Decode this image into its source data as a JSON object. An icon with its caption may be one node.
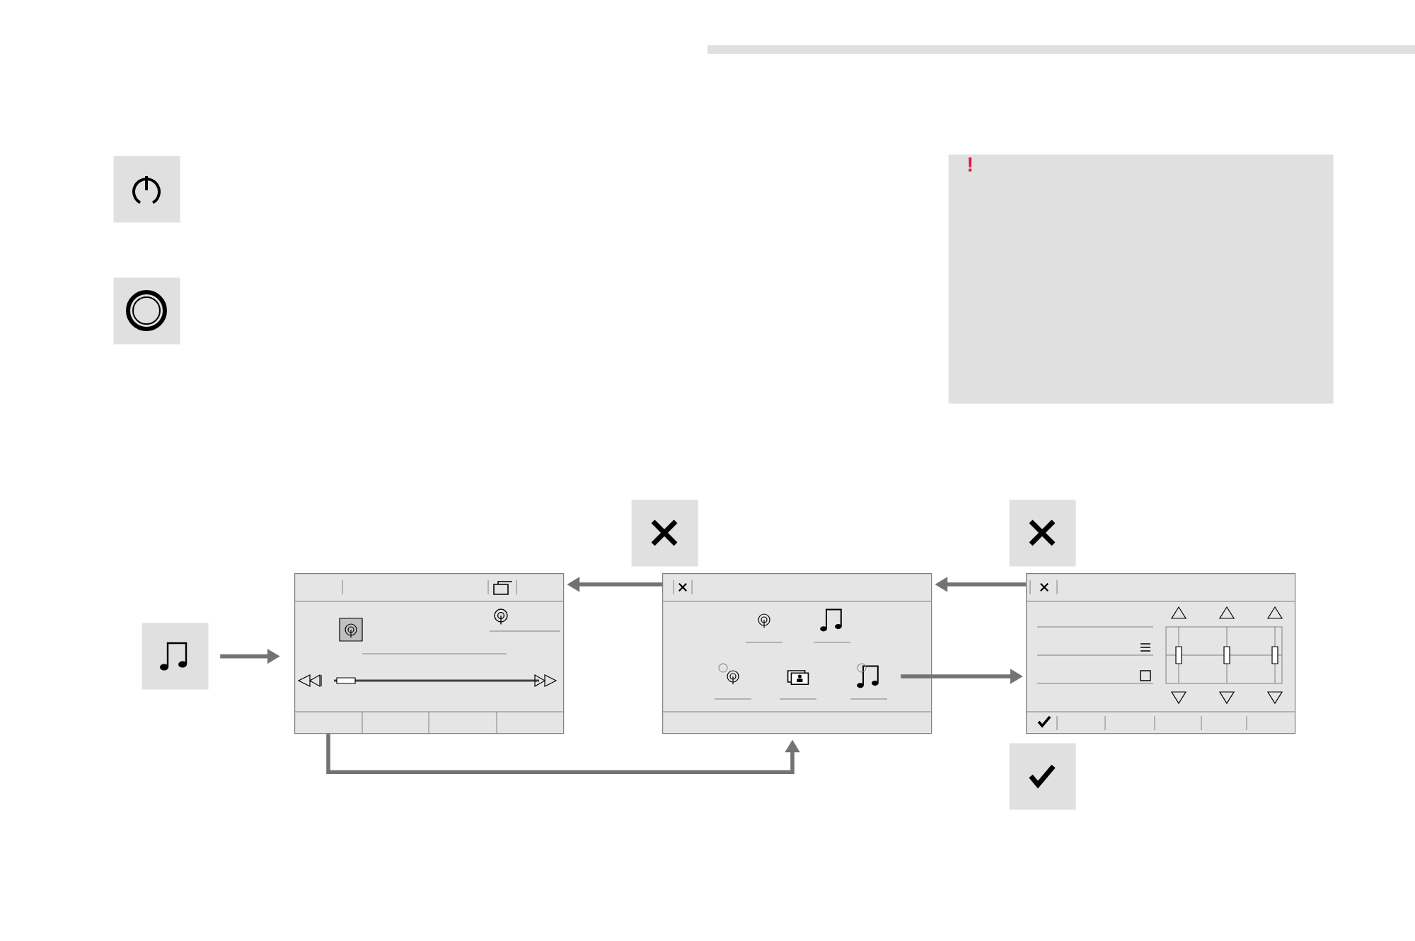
{
  "diagram": {
    "nodes": [
      {
        "text": [],
        "shape": "box"
      },
      {
        "text": [],
        "shape": "box"
      },
      {
        "text": [
          "!"
        ]
      },
      {
        "text": [],
        "shape": "box"
      },
      {
        "text": [],
        "shape": "box"
      },
      {
        "text": [],
        "shape": "box"
      },
      {
        "text": [],
        "shape": "box"
      },
      {
        "text": [],
        "shape": "box"
      },
      {
        "text": [],
        "shape": "box"
      },
      {
        "text": [],
        "shape": "box"
      }
    ],
    "edges": [
      {
        "from": 5,
        "to": 6,
        "arrow": "to"
      },
      {
        "from": 7,
        "to": 6,
        "arrow": "to"
      },
      {
        "from": 8,
        "to": 7,
        "arrow": "to"
      },
      {
        "from": 7,
        "to": 8,
        "arrow": "to"
      },
      {
        "from": 6,
        "to": 7,
        "arrow": "to"
      }
    ]
  }
}
